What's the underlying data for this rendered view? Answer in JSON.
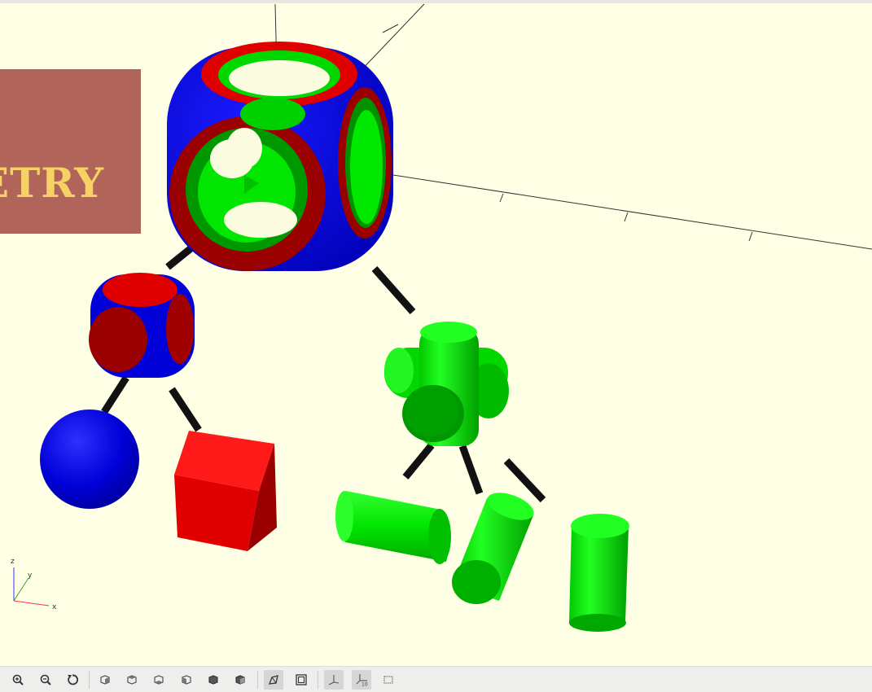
{
  "window": {
    "title": ""
  },
  "banner": {
    "text": "ETRY",
    "color": "#f5d263",
    "background": "#b1655a"
  },
  "viewport": {
    "background": "#ffffe5",
    "colors": {
      "blue": "#0000e0",
      "red": "#e00000",
      "dark_red": "#9b0000",
      "green": "#00ee00",
      "dark_green": "#009800",
      "connector": "#111111"
    },
    "axis_labels": {
      "x": "x",
      "y": "y",
      "z": "z"
    }
  },
  "toolbar": {
    "buttons": [
      {
        "id": "zoom-in",
        "icon": "zoom-in-icon"
      },
      {
        "id": "zoom-out",
        "icon": "zoom-out-icon"
      },
      {
        "id": "reset-view",
        "icon": "reset-view-icon"
      },
      {
        "id": "view-right",
        "icon": "view-right-icon"
      },
      {
        "id": "view-top",
        "icon": "view-top-icon"
      },
      {
        "id": "view-bottom",
        "icon": "view-bottom-icon"
      },
      {
        "id": "view-left",
        "icon": "view-left-icon"
      },
      {
        "id": "view-front",
        "icon": "view-front-icon"
      },
      {
        "id": "view-back",
        "icon": "view-back-icon"
      },
      {
        "id": "perspective",
        "icon": "perspective-icon",
        "active": true
      },
      {
        "id": "orthogonal",
        "icon": "orthogonal-icon"
      },
      {
        "id": "show-axes",
        "icon": "show-axes-icon",
        "active": true
      },
      {
        "id": "show-scale-markers",
        "icon": "scale-markers-icon",
        "active": true
      },
      {
        "id": "show-edges",
        "icon": "edges-icon"
      }
    ],
    "scale_marker_text": "10"
  }
}
